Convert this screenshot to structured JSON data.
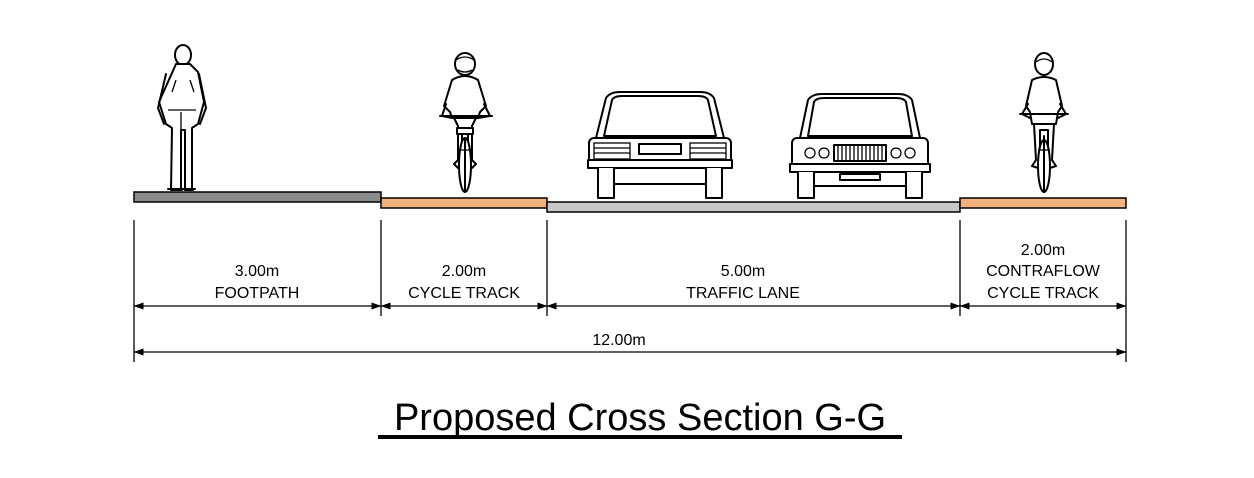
{
  "colors": {
    "footpath_surface": "#8c8c8c",
    "cycle_track_surface": "#f2b27e",
    "traffic_lane_surface": "#c8c8c8",
    "ink": "#000000"
  },
  "icons": [
    "pedestrian-icon",
    "cyclist-rear-icon",
    "car-rear-icon",
    "car-front-icon",
    "cyclist-front-icon"
  ],
  "segments": [
    {
      "width": "3.00m",
      "label": "FOOTPATH"
    },
    {
      "width": "2.00m",
      "label": "CYCLE TRACK"
    },
    {
      "width": "5.00m",
      "label": "TRAFFIC LANE"
    },
    {
      "width": "2.00m",
      "label_line1": "CONTRAFLOW",
      "label_line2": "CYCLE TRACK"
    }
  ],
  "total_width": "12.00m",
  "title": "Proposed Cross Section G-G"
}
